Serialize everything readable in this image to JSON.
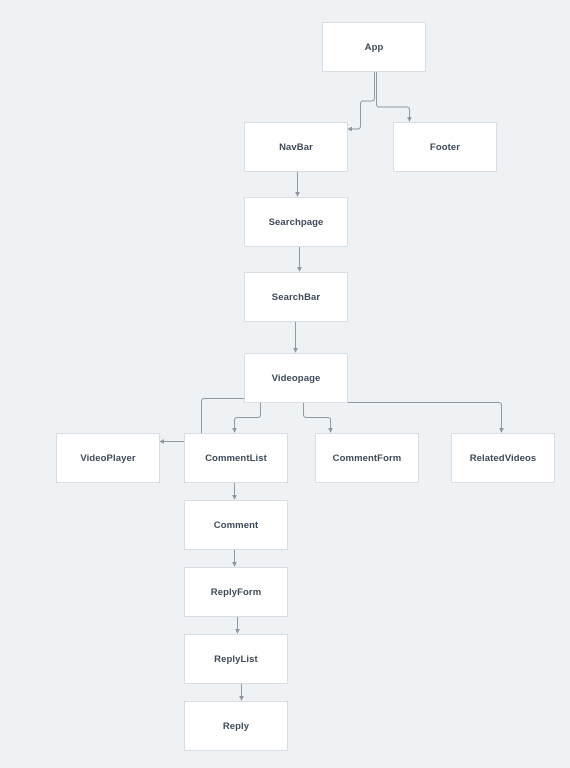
{
  "diagram": {
    "type": "component-tree",
    "colors": {
      "background": "#eff2f5",
      "node_fill": "#ffffff",
      "node_border": "#d9dee4",
      "label": "#3d4a59",
      "connector": "#8f99a3"
    },
    "nodes": {
      "app": "App",
      "navbar": "NavBar",
      "footer": "Footer",
      "searchpage": "Searchpage",
      "searchbar": "SearchBar",
      "videopage": "Videopage",
      "videoplayer": "VideoPlayer",
      "commentlist": "CommentList",
      "commentform": "CommentForm",
      "relatedvideos": "RelatedVideos",
      "comment": "Comment",
      "replyform": "ReplyForm",
      "replylist": "ReplyList",
      "reply": "Reply"
    },
    "edges": [
      [
        "app",
        "navbar"
      ],
      [
        "app",
        "footer"
      ],
      [
        "navbar",
        "searchpage"
      ],
      [
        "searchpage",
        "searchbar"
      ],
      [
        "searchbar",
        "videopage"
      ],
      [
        "videopage",
        "videoplayer"
      ],
      [
        "videopage",
        "commentlist"
      ],
      [
        "videopage",
        "commentform"
      ],
      [
        "videopage",
        "relatedvideos"
      ],
      [
        "commentlist",
        "comment"
      ],
      [
        "comment",
        "replyform"
      ],
      [
        "replyform",
        "replylist"
      ],
      [
        "replylist",
        "reply"
      ]
    ]
  }
}
